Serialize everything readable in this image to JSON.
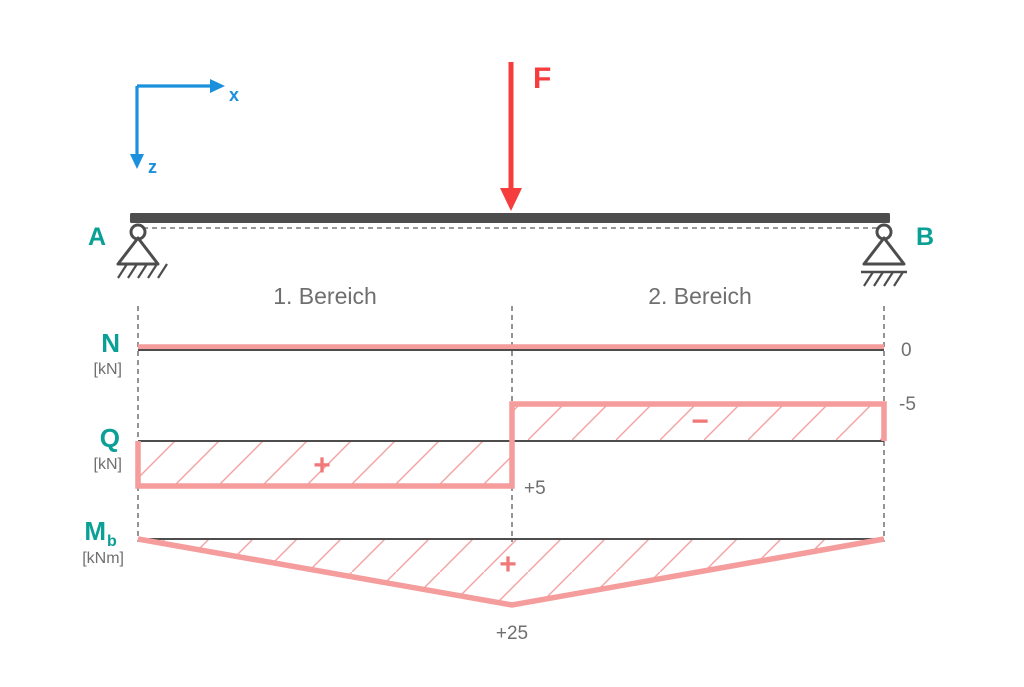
{
  "colors": {
    "teal": "#0aa096",
    "red": "#f53d3d",
    "pink": "#f59c9c",
    "pink_hatch": "#f5a3a3",
    "blue": "#1b90dc",
    "gray": "#6f6f6f",
    "dark": "#4d4d4d"
  },
  "coords": {
    "x": "x",
    "z": "z"
  },
  "force": {
    "label": "F"
  },
  "supports": {
    "left": "A",
    "right": "B"
  },
  "regions": {
    "first": "1. Bereich",
    "second": "2. Bereich"
  },
  "diagrams": {
    "normal": {
      "label": "N",
      "unit": "[kN]",
      "right_value": "0"
    },
    "shear": {
      "label": "Q",
      "unit": "[kN]",
      "right_value": "-5",
      "mid_value": "+5",
      "positive_sign": "+",
      "negative_sign": "−"
    },
    "moment": {
      "label": "M",
      "subscript": "b",
      "unit": "[kNm]",
      "positive_sign": "+",
      "apex_value": "+25"
    }
  },
  "chart_data": [
    {
      "type": "line",
      "title": "N [kN]",
      "x": [
        0,
        1
      ],
      "values": [
        0,
        0
      ],
      "ylabel": "N [kN]",
      "annotations": [
        "0"
      ]
    },
    {
      "type": "area",
      "title": "Q [kN]",
      "x": [
        0,
        0.5,
        0.5,
        1
      ],
      "values": [
        5,
        5,
        -5,
        -5
      ],
      "ylabel": "Q [kN]",
      "annotations": [
        "+5",
        "-5",
        "+",
        "−"
      ]
    },
    {
      "type": "area",
      "title": "Mb [kNm]",
      "x": [
        0,
        0.5,
        1
      ],
      "values": [
        0,
        25,
        0
      ],
      "ylabel": "Mb [kNm]",
      "annotations": [
        "+25",
        "+"
      ]
    }
  ]
}
